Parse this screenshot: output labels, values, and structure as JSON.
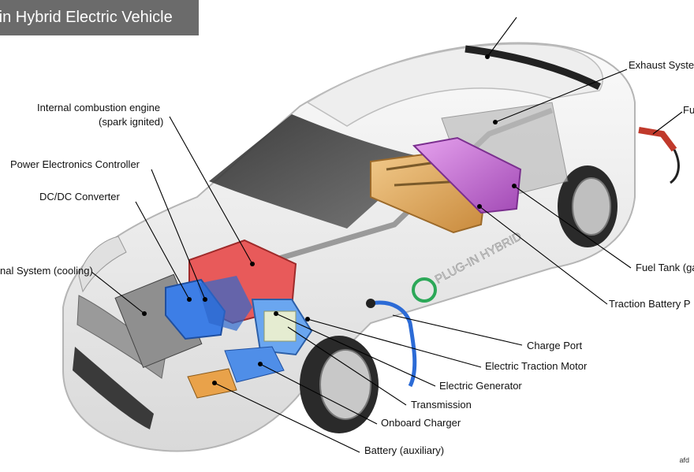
{
  "title": "-in Hybrid Electric Vehicle",
  "car_decal": "PLUG-IN HYBRID",
  "credit": "afd",
  "labels": {
    "exhaust": "Exhaust Syste",
    "fuel_port": "Fu",
    "ice": "Internal combustion engine",
    "ice_sub": "(spark ignited)",
    "pec": "Power Electronics Controller",
    "dcdc": "DC/DC Converter",
    "thermal": "nal System (cooling)",
    "fuel_tank": "Fuel Tank (ga",
    "traction_battery": "Traction Battery P",
    "charge_port": "Charge Port",
    "traction_motor": "Electric Traction Motor",
    "generator": "Electric Generator",
    "transmission": "Transmission",
    "onboard_charger": "Onboard Charger",
    "aux_battery": "Battery (auxiliary)"
  }
}
